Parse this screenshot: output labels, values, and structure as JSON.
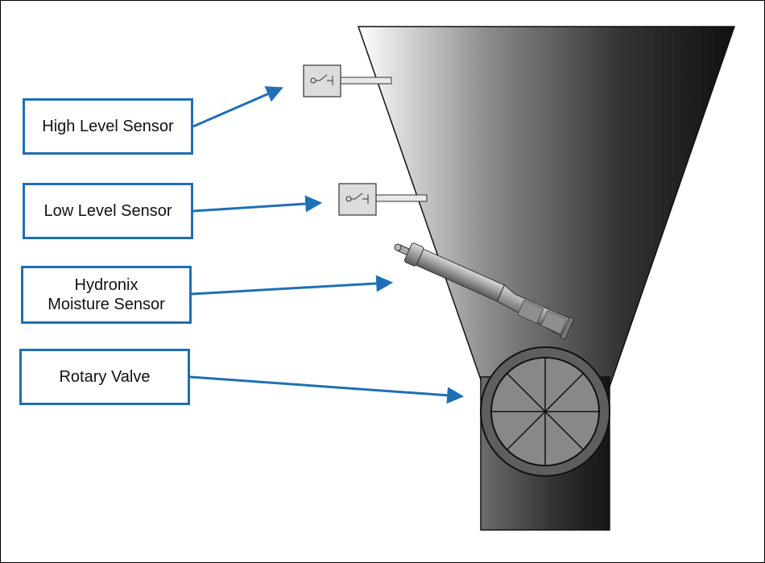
{
  "labels": {
    "high_level": "High Level Sensor",
    "low_level": "Low Level Sensor",
    "moisture_line1": "Hydronix",
    "moisture_line2": "Moisture Sensor",
    "rotary": "Rotary Valve"
  },
  "colors": {
    "accent": "#1f6fb5",
    "hopper_dark": "#111111",
    "hopper_light": "#ffffff"
  },
  "icons": [
    "switch-sensor-icon",
    "moisture-probe-icon",
    "rotary-valve-icon",
    "arrow-icon"
  ]
}
